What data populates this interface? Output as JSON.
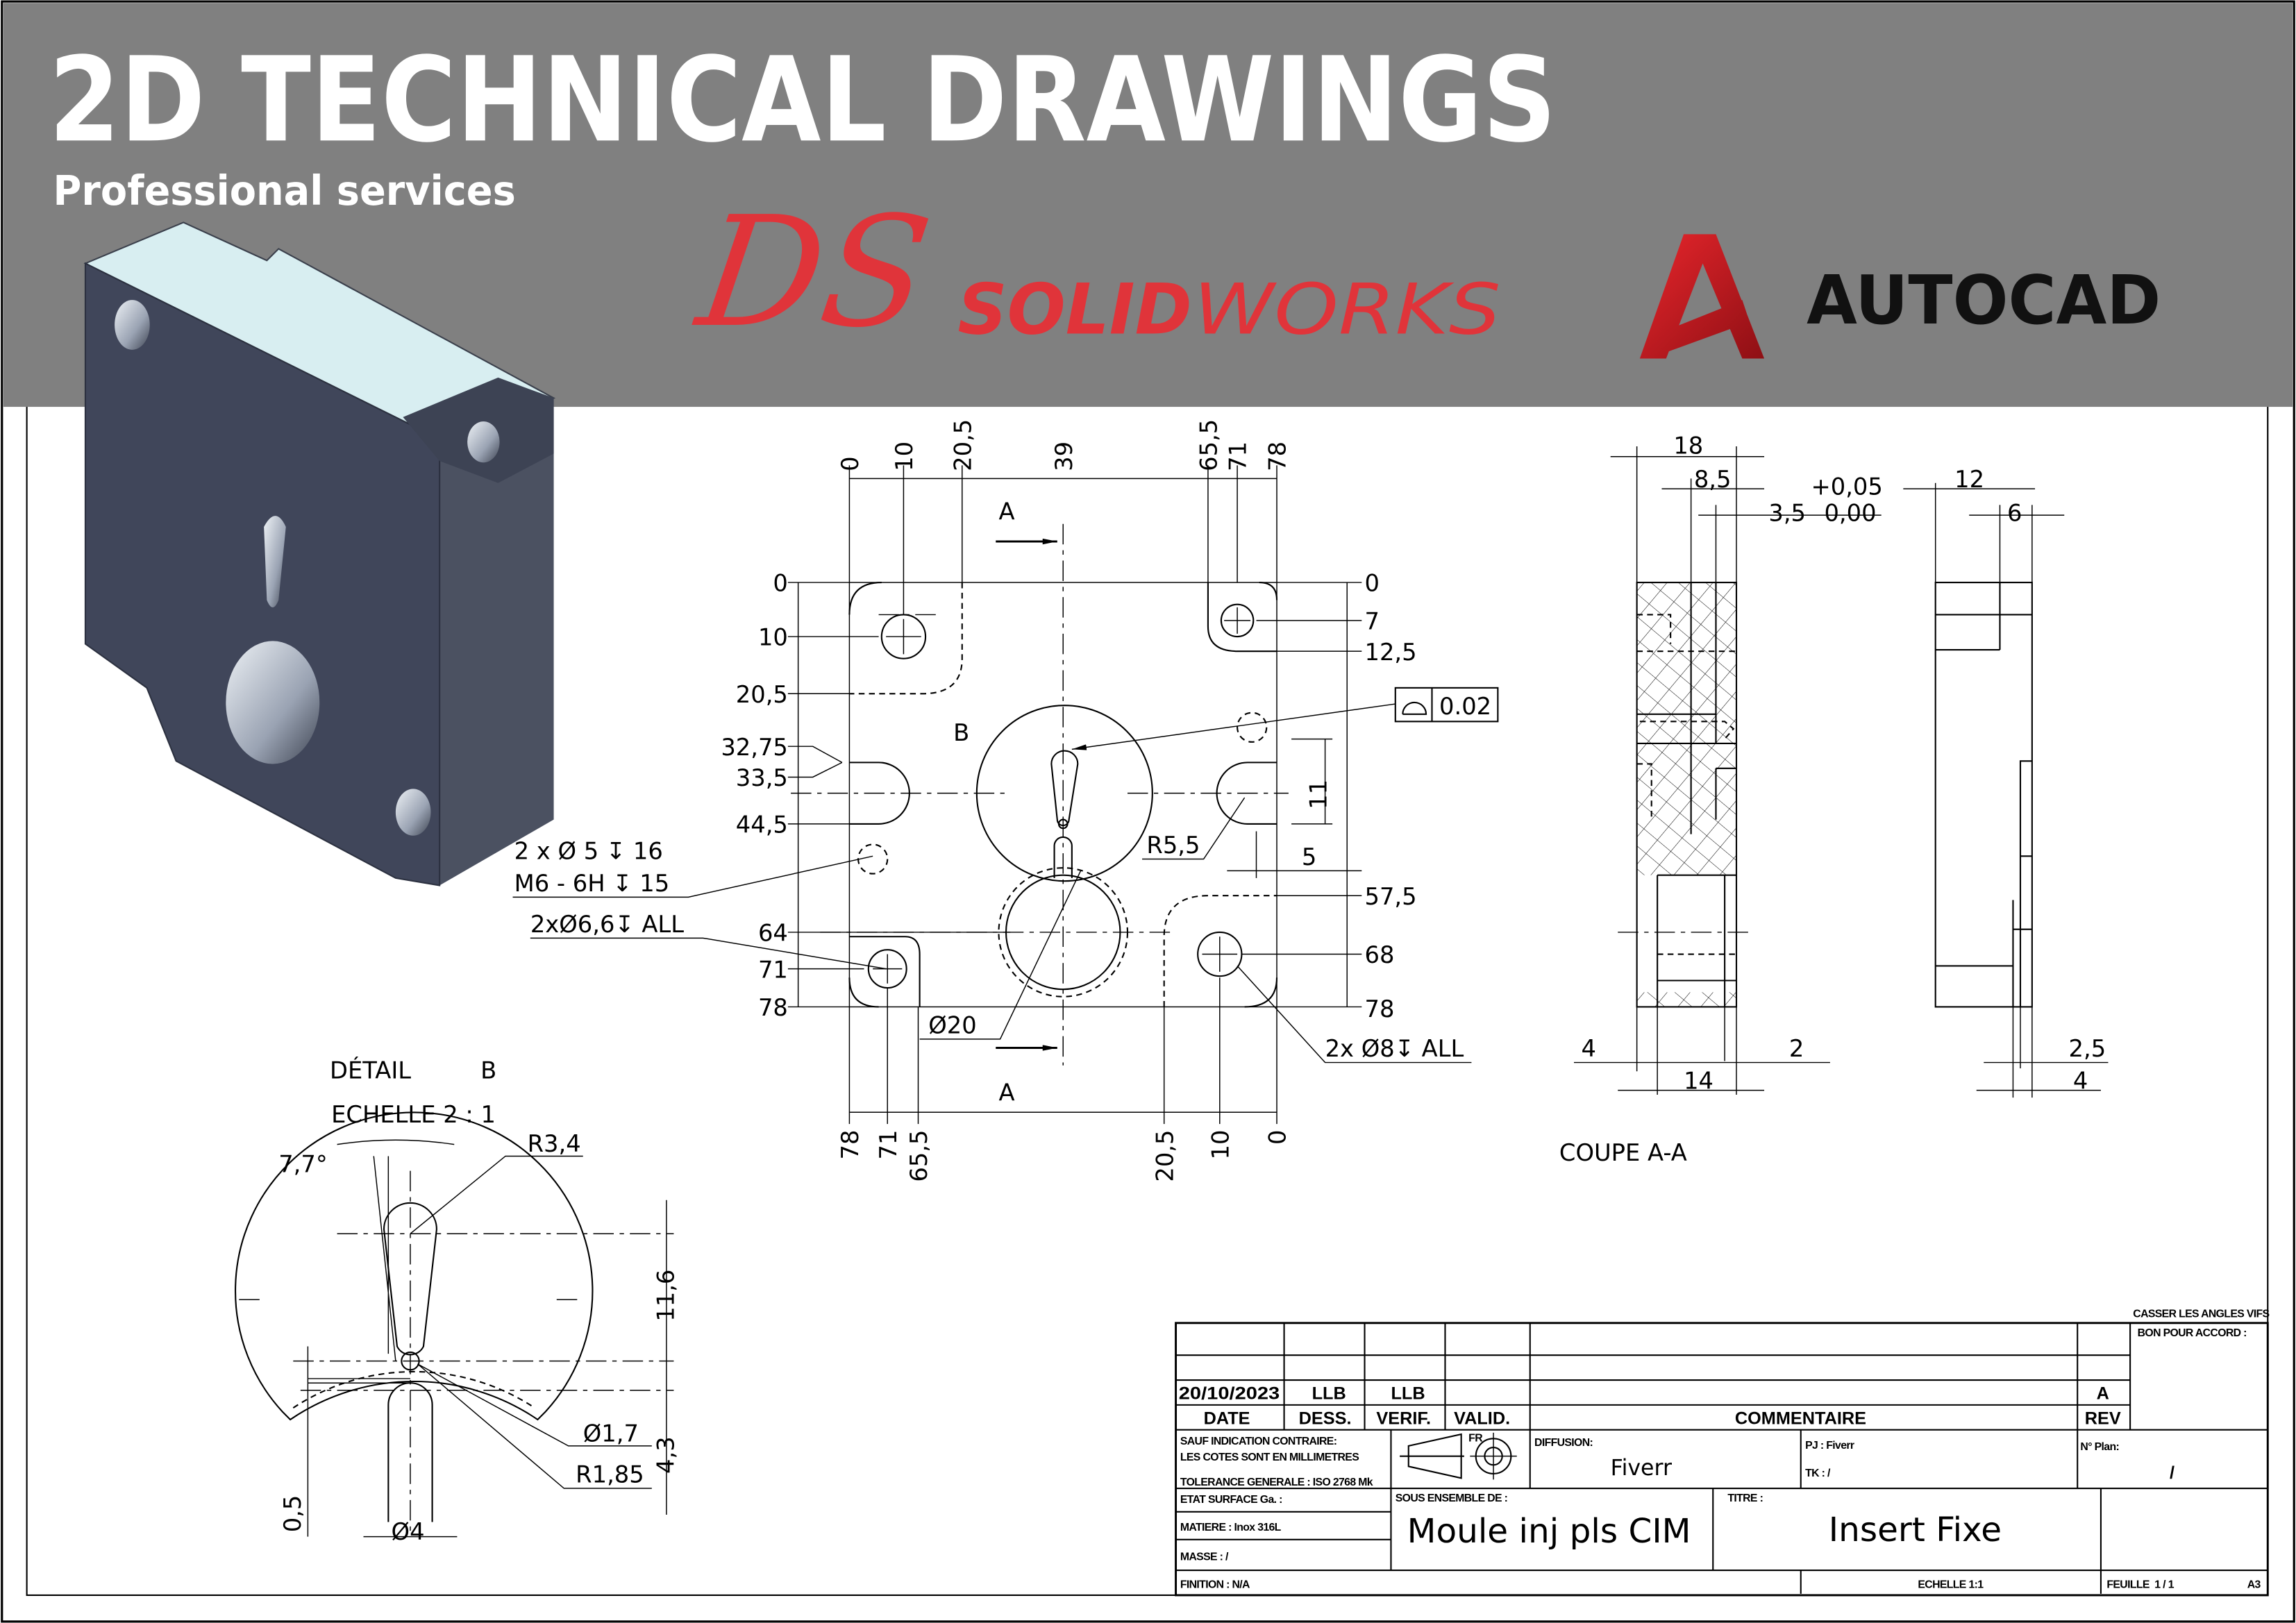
{
  "header": {
    "title": "2D TECHNICAL DRAWINGS",
    "subtitle": "Professional services",
    "logos": {
      "solidworks_bold": "SOLID",
      "solidworks_light": "WORKS",
      "solidworks_mark": "DS",
      "autocad": "AUTOCAD",
      "autocad_mark": "A"
    },
    "colors": {
      "band": "#808080",
      "brand_red": "#e0343a",
      "autocad_red": "#c3161c"
    }
  },
  "main_view": {
    "top_dims": [
      "0",
      "10",
      "20,5",
      "39",
      "65,5",
      "71",
      "78"
    ],
    "left_dims": [
      "0",
      "10",
      "20,5",
      "32,75",
      "33,5",
      "44,5",
      "64",
      "71",
      "78"
    ],
    "right_dims": [
      "0",
      "7",
      "12,5",
      "57,5",
      "68",
      "78"
    ],
    "bottom_dims": [
      "78",
      "71",
      "65,5",
      "20,5",
      "10",
      "0"
    ],
    "section_label": "A",
    "detail_label": "B",
    "slot_radius": "R5,5",
    "slot_width": "11",
    "slot_depth": "5",
    "bore_dia": "Ø20",
    "hole_callout_8": "2x Ø8↧ ALL",
    "hole_callout_5_line1": "2 x Ø 5 ↧ 16",
    "hole_callout_5_line2": "M6 - 6H ↧ 15",
    "hole_callout_66": "2xØ6,6↧ ALL",
    "gdt_tolerance": "0.02"
  },
  "section_view": {
    "title": "COUPE A-A",
    "dims_top": [
      "18",
      "8,5",
      "3,5"
    ],
    "tol_upper": "+0,05",
    "tol_lower": "0,00",
    "dims_bottom": [
      "4",
      "2",
      "14"
    ]
  },
  "side_view": {
    "dims_top": [
      "12",
      "6"
    ],
    "dims_bottom": [
      "2,5",
      "4"
    ]
  },
  "detail_view": {
    "title": "DÉTAIL",
    "title_suffix": "B",
    "scale": "ECHELLE 2 : 1",
    "angle": "7,7°",
    "r_top": "R3,4",
    "length": "11,6",
    "small_dia": "Ø1,7",
    "r_neck": "R1,85",
    "neck_offset": "4,3",
    "gap": "0,5",
    "pin_dia": "Ø4"
  },
  "title_block": {
    "casser": "CASSER LES ANGLES VIFS",
    "bon_pour_accord": "BON POUR ACCORD :",
    "date": "20/10/2023",
    "dess": "LLB",
    "verif": "LLB",
    "rev": "A",
    "headers": {
      "date": "DATE",
      "dess": "DESS.",
      "verif": "VERIF.",
      "valid": "VALID.",
      "commentaire": "COMMENTAIRE",
      "rev": "REV"
    },
    "sauf": "SAUF INDICATION CONTRAIRE:",
    "cotes": "LES COTES SONT EN MILLIMETRES",
    "tolerance": "TOLERANCE GENERALE : ISO 2768 Mk",
    "etat": "ETAT SURFACE Ga. :",
    "projection_mark": "FR",
    "diffusion_label": "DIFFUSION:",
    "diffusion_value": "Fiverr",
    "pj": "PJ : Fiverr",
    "tk": "TK : /",
    "plan_label": "N° Plan:",
    "plan_value": "/",
    "matiere": "MATIERE : Inox 316L",
    "masse": "MASSE : /",
    "sous_ensemble_label": "SOUS ENSEMBLE DE :",
    "sous_ensemble_value": "Moule inj pls CIM",
    "titre_label": "TITRE :",
    "titre_value": "Insert Fixe",
    "finition": "FINITION : N/A",
    "echelle": "ECHELLE 1:1",
    "feuille": "FEUILLE  1 / 1",
    "format": "A3"
  }
}
